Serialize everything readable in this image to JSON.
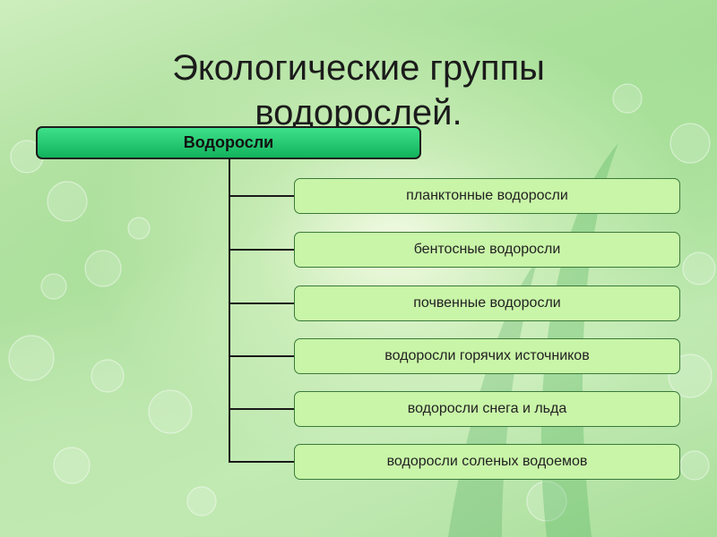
{
  "title": "Экологические группы\nводорослей.",
  "title_lines": [
    "Экологические группы",
    "водорослей."
  ],
  "diagram": {
    "root": "Водоросли",
    "children": [
      "планктонные водоросли",
      "бентосные водоросли",
      "почвенные водоросли",
      "водоросли горячих источников",
      "водоросли снега и льда",
      "водоросли соленых водоемов"
    ]
  },
  "colors": {
    "root_fill": "#26c96e",
    "child_fill": "#c9f5a8",
    "connector": "#1a1a1a"
  }
}
